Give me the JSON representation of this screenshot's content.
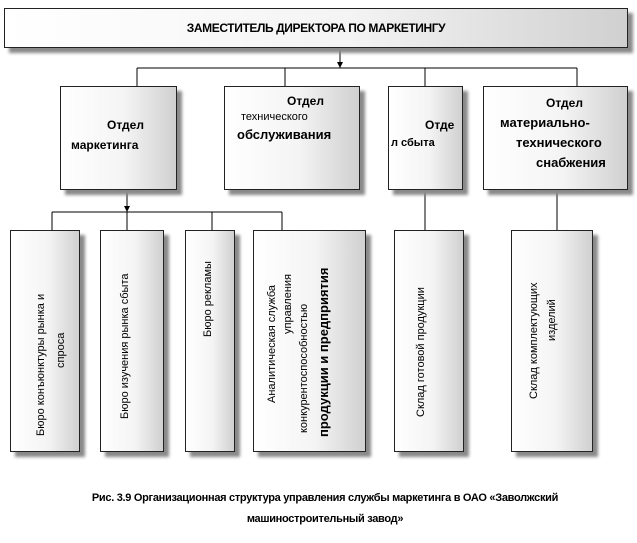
{
  "head": {
    "title": "ЗАМЕСТИТЕЛЬ ДИРЕКТОРА ПО МАРКЕТИНГУ"
  },
  "departments": [
    {
      "lines": [
        "Отдел",
        "маркетинга"
      ]
    },
    {
      "lines": [
        "Отдел",
        "технического",
        "обслуживания"
      ]
    },
    {
      "lines": [
        "Отде",
        "л сбыта"
      ]
    },
    {
      "lines": [
        "Отдел",
        "материально-",
        "технического",
        "снабжения"
      ]
    }
  ],
  "units": [
    {
      "lines": [
        "Бюро конъюнктуры рынка и",
        "спроса"
      ]
    },
    {
      "lines": [
        "Бюро изучения рынка сбыта"
      ]
    },
    {
      "lines": [
        "Бюро рекламы"
      ]
    },
    {
      "lines": [
        "Аналитическая служба",
        "управления",
        "конкурентоспособностью",
        "продукции и предприятия"
      ]
    },
    {
      "lines": [
        "Склад готовой продукции"
      ]
    },
    {
      "lines": [
        "Склад комплектующих",
        "изделий"
      ]
    }
  ],
  "caption": {
    "line1": "Рис. 3.9 Организационная структура управления службы маркетинга в ОАО «Заволжский",
    "line2": "машиностроительный завод»"
  }
}
